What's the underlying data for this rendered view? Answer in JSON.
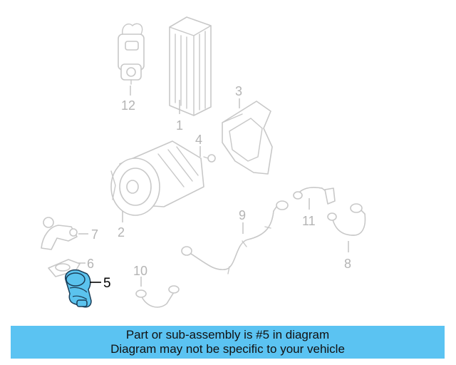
{
  "diagram": {
    "callouts": {
      "c1": "1",
      "c2": "2",
      "c3": "3",
      "c4": "4",
      "c5": "5",
      "c6": "6",
      "c7": "7",
      "c8": "8",
      "c9": "9",
      "c10": "10",
      "c11": "11",
      "c12": "12"
    },
    "highlighted_part": "5",
    "highlight_color": "#5bc3ee"
  },
  "banner": {
    "line1": "Part or sub-assembly is #5 in diagram",
    "line2": "Diagram may not be specific to your vehicle",
    "background": "#5bc3f2"
  }
}
